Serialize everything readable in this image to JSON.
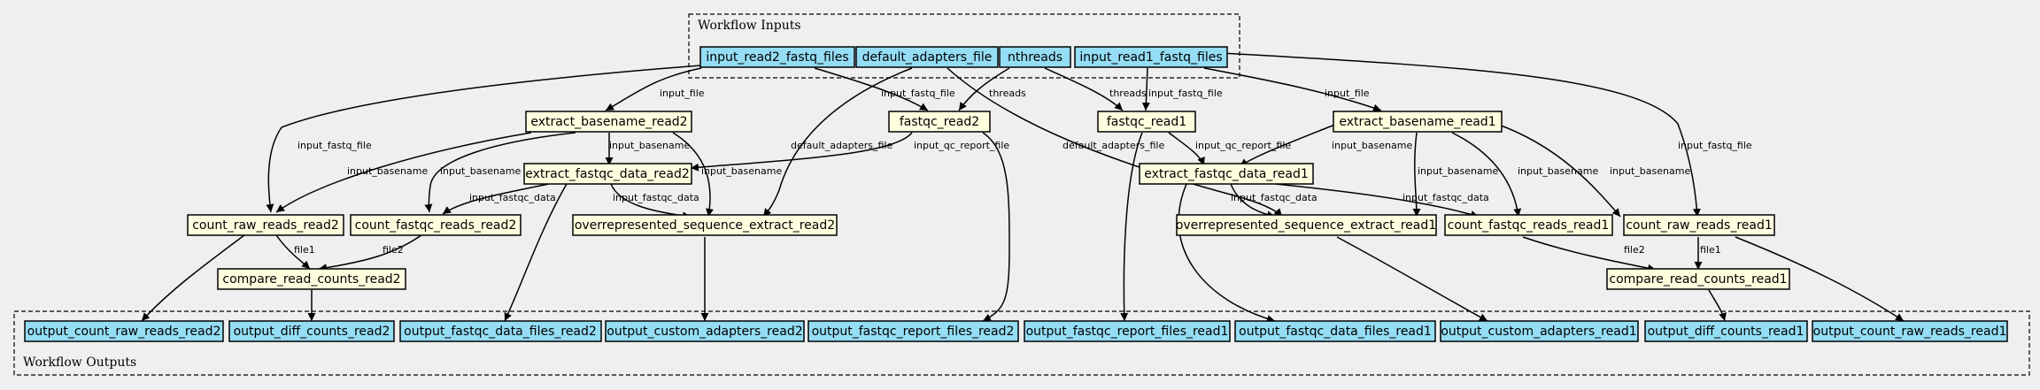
{
  "clusters": {
    "inputs": "Workflow Inputs",
    "outputs": "Workflow Outputs"
  },
  "nodes": {
    "input_read2_fastq_files": "input_read2_fastq_files",
    "default_adapters_file": "default_adapters_file",
    "nthreads": "nthreads",
    "input_read1_fastq_files": "input_read1_fastq_files",
    "extract_basename_read2": "extract_basename_read2",
    "fastqc_read2": "fastqc_read2",
    "fastqc_read1": "fastqc_read1",
    "extract_basename_read1": "extract_basename_read1",
    "extract_fastqc_data_read2": "extract_fastqc_data_read2",
    "extract_fastqc_data_read1": "extract_fastqc_data_read1",
    "count_raw_reads_read2": "count_raw_reads_read2",
    "count_fastqc_reads_read2": "count_fastqc_reads_read2",
    "overrepresented_sequence_extract_read2": "overrepresented_sequence_extract_read2",
    "overrepresented_sequence_extract_read1": "overrepresented_sequence_extract_read1",
    "count_fastqc_reads_read1": "count_fastqc_reads_read1",
    "count_raw_reads_read1": "count_raw_reads_read1",
    "compare_read_counts_read2": "compare_read_counts_read2",
    "compare_read_counts_read1": "compare_read_counts_read1",
    "output_count_raw_reads_read2": "output_count_raw_reads_read2",
    "output_diff_counts_read2": "output_diff_counts_read2",
    "output_fastqc_data_files_read2": "output_fastqc_data_files_read2",
    "output_custom_adapters_read2": "output_custom_adapters_read2",
    "output_fastqc_report_files_read2": "output_fastqc_report_files_read2",
    "output_fastqc_report_files_read1": "output_fastqc_report_files_read1",
    "output_fastqc_data_files_read1": "output_fastqc_data_files_read1",
    "output_custom_adapters_read1": "output_custom_adapters_read1",
    "output_diff_counts_read1": "output_diff_counts_read1",
    "output_count_raw_reads_read1": "output_count_raw_reads_read1"
  },
  "edge_labels": {
    "input_file": "input_file",
    "input_fastq_file": "input_fastq_file",
    "threads": "threads",
    "input_basename": "input_basename",
    "input_qc_report_file": "input_qc_report_file",
    "default_adapters_file": "default_adapters_file",
    "input_fastqc_data": "input_fastqc_data",
    "file1": "file1",
    "file2": "file2"
  }
}
